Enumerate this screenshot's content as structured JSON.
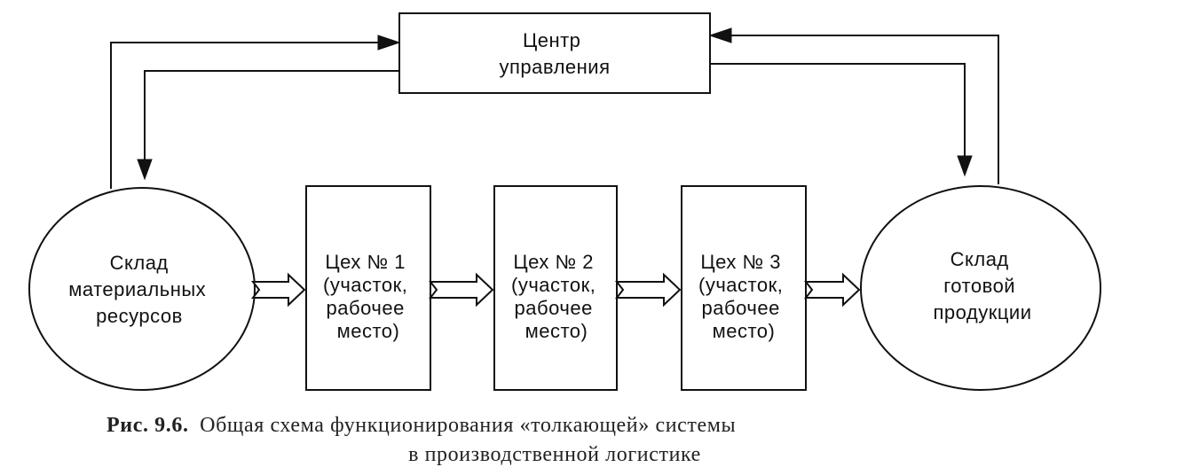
{
  "nodes": {
    "control_center": {
      "lines": [
        "Центр",
        "управления"
      ]
    },
    "materials_warehouse": {
      "lines": [
        "Склад",
        "материальных",
        "ресурсов"
      ]
    },
    "shop1": {
      "lines": [
        "Цех № 1",
        "(участок,",
        "рабочее",
        "место)"
      ]
    },
    "shop2": {
      "lines": [
        "Цех № 2",
        "(участок,",
        "рабочее",
        "место)"
      ]
    },
    "shop3": {
      "lines": [
        "Цех № 3",
        "(участок,",
        "рабочее",
        "место)"
      ]
    },
    "products_warehouse": {
      "lines": [
        "Склад",
        "готовой",
        "продукции"
      ]
    }
  },
  "caption": {
    "label": "Рис. 9.6.",
    "line1": "Общая схема функционирования «толкающей» системы",
    "line2": "в производственной логистике"
  },
  "colors": {
    "ink": "#111111",
    "background": "#ffffff"
  }
}
